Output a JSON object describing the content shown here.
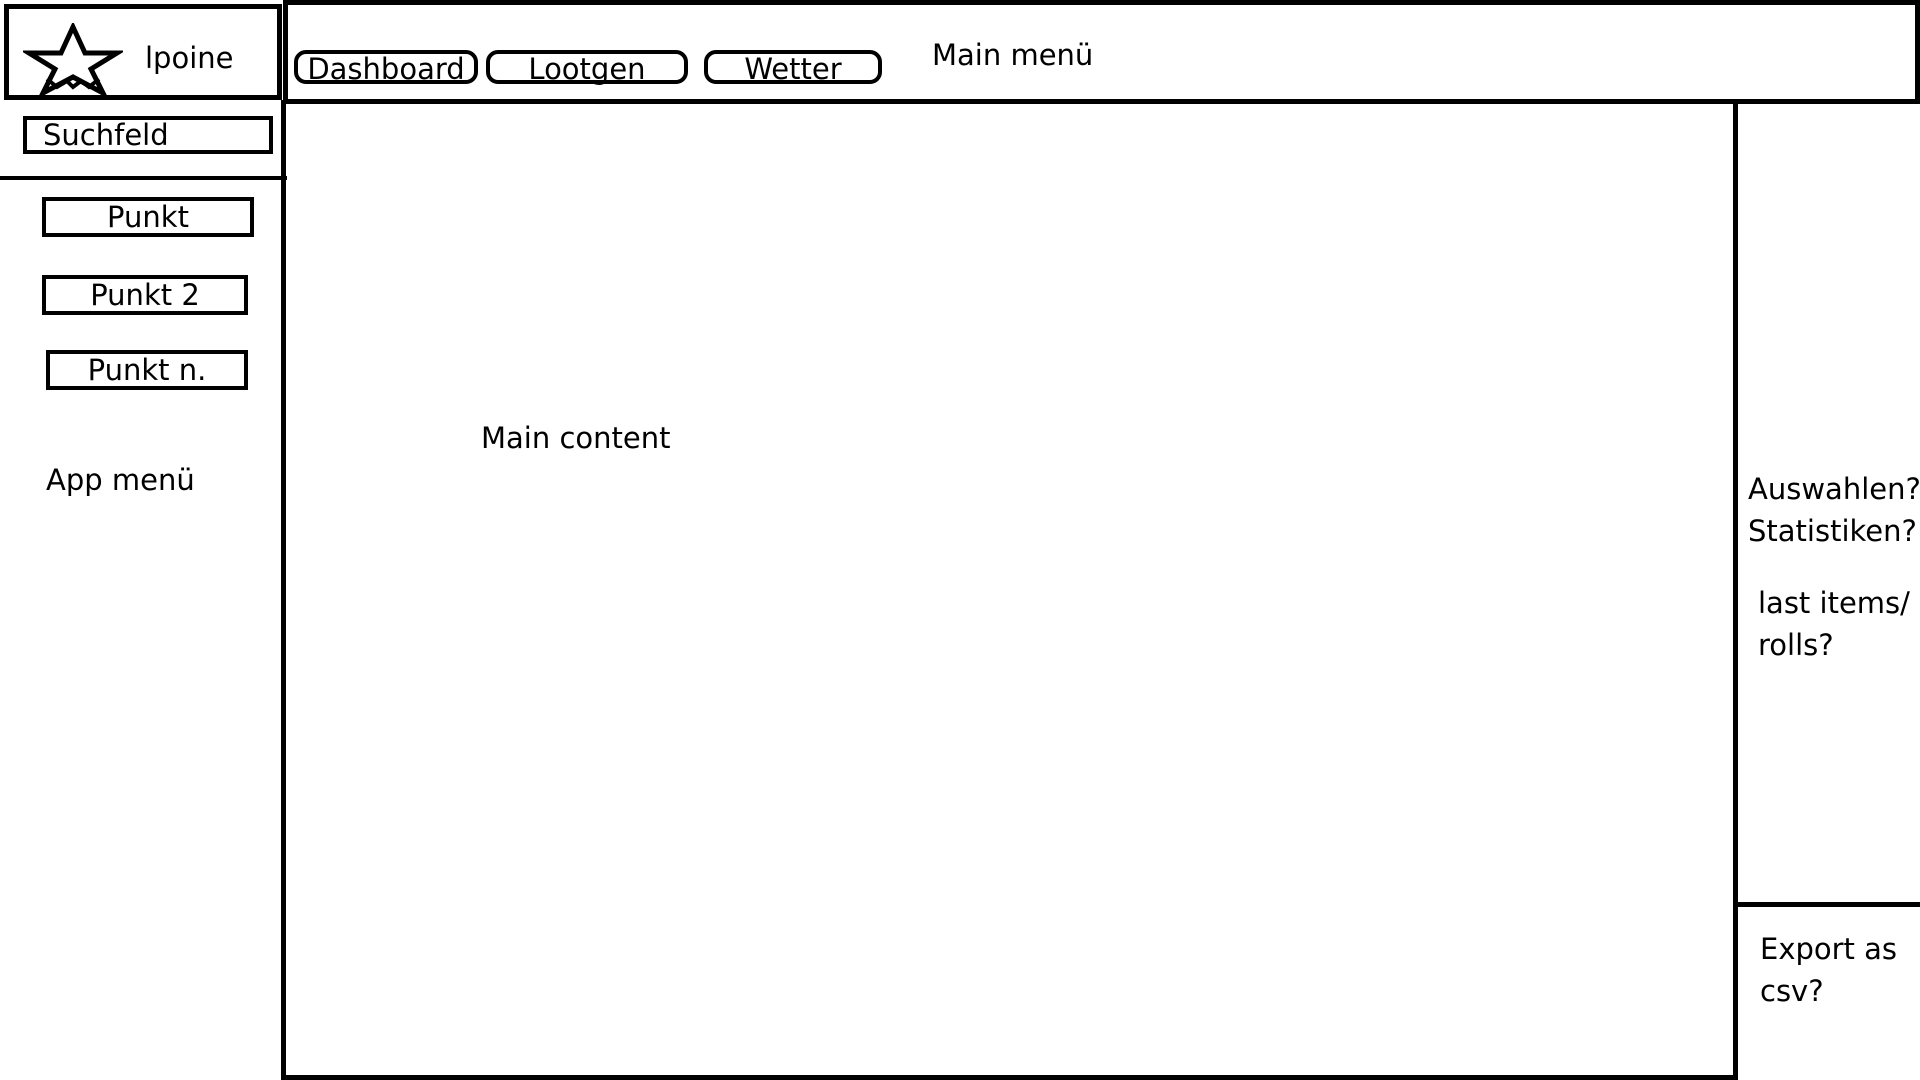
{
  "app": {
    "name": "lpoine",
    "logo_icon": "star-logo-icon"
  },
  "header": {
    "nav": [
      {
        "label": "Dashboard"
      },
      {
        "label": "Lootgen"
      },
      {
        "label": "Wetter"
      }
    ],
    "main_menu_label": "Main menü"
  },
  "sidebar": {
    "search_value": "Suchfeld",
    "items": [
      {
        "label": "Punkt"
      },
      {
        "label": "Punkt 2"
      },
      {
        "label": "Punkt n."
      }
    ],
    "app_menu_label": "App menü"
  },
  "main": {
    "content_label": "Main content"
  },
  "right_panel": {
    "line1": "Auswahlen?",
    "line2": "Statistiken?",
    "line3": "last items/",
    "line4": "rolls?",
    "export_line1": "Export as",
    "export_line2": "csv?"
  }
}
